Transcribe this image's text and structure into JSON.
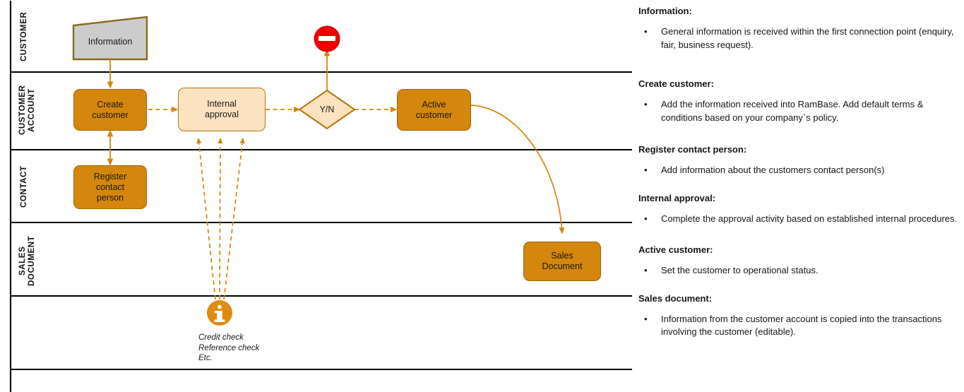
{
  "diagram": {
    "title": "Customer creation process swimlane diagram",
    "colors": {
      "process_fill": "#D4860D",
      "process_border": "#A0650A",
      "light_fill": "#FBE2C0",
      "light_border": "#B9750C",
      "document_fill": "#CCCCCC",
      "document_border": "#8A6B1F",
      "connector": "#D4860D",
      "stop_sign": "#EE0000",
      "lane_line": "#000000"
    },
    "lanes": [
      {
        "label": "CUSTOMER"
      },
      {
        "label": "CUSTOMER\nACCOUNT"
      },
      {
        "label": "CONTACT"
      },
      {
        "label": "SALES\nDOCUMENT"
      },
      {
        "label": ""
      }
    ],
    "nodes": [
      {
        "id": "information",
        "label": "Information",
        "shape": "document"
      },
      {
        "id": "create-customer",
        "label": "Create\ncustomer",
        "shape": "process"
      },
      {
        "id": "internal-approval",
        "label": "Internal\napproval",
        "shape": "process-light"
      },
      {
        "id": "decision",
        "label": "Y/N",
        "shape": "decision"
      },
      {
        "id": "active-customer",
        "label": "Active\ncustomer",
        "shape": "process"
      },
      {
        "id": "register-contact",
        "label": "Register\ncontact\nperson",
        "shape": "process"
      },
      {
        "id": "sales-document",
        "label": "Sales\nDocument",
        "shape": "process"
      },
      {
        "id": "stop",
        "label": "",
        "shape": "stop-sign-icon"
      },
      {
        "id": "info",
        "label": "i",
        "shape": "info-icon"
      }
    ],
    "annotation": "Credit check\nReference check\nEtc."
  },
  "panel": {
    "sections": [
      {
        "heading": "Information:",
        "items": [
          "General information is received within the first connection point (enquiry, fair, business request)."
        ]
      },
      {
        "heading": "Create customer:",
        "items": [
          "Add the information received into RamBase. Add default terms & conditions based on your company`s policy."
        ]
      },
      {
        "heading": "Register contact person:",
        "items": [
          "Add information about the customers contact person(s)"
        ]
      },
      {
        "heading": "Internal approval:",
        "items": [
          "Complete the approval activity based on established internal procedures."
        ]
      },
      {
        "heading": "Active customer:",
        "items": [
          "Set the customer to operational status."
        ]
      },
      {
        "heading": "Sales document:",
        "items": [
          "Information from the customer account is copied into the transactions involving the customer (editable)."
        ]
      }
    ],
    "bullet": "•"
  }
}
